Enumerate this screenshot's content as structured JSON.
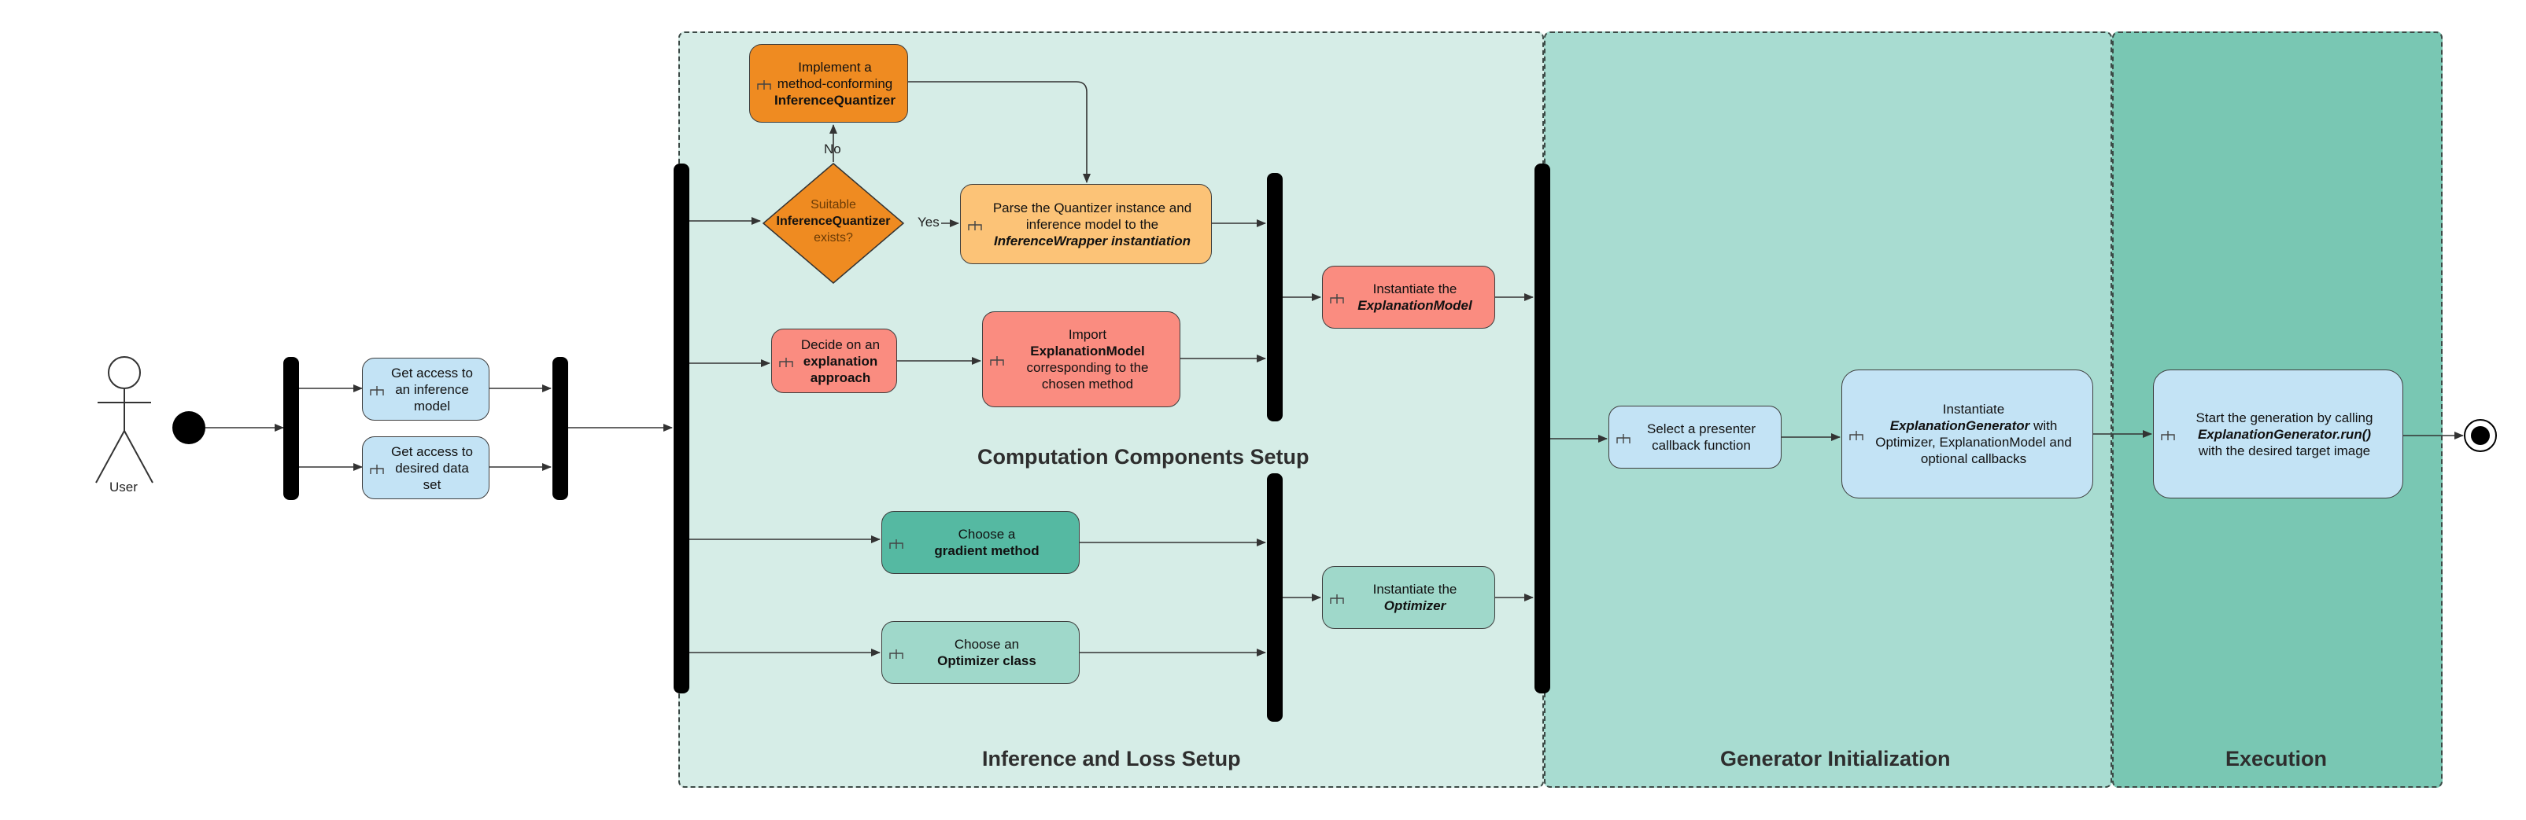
{
  "colors": {
    "lane_light": "#d6ede7",
    "lane_mid": "#a8dcd1",
    "lane_dark": "#79c7b3",
    "blue": "#c3e3f5",
    "orange": "#ef8b21",
    "light_orange": "#fcc377",
    "salmon": "#fa8c80",
    "teal": "#55b9a2",
    "light_teal": "#9fd8ca"
  },
  "actor": {
    "label": "User"
  },
  "lanes": {
    "computation": {
      "title": "Computation Components Setup"
    },
    "inference": {
      "title": "Inference and Loss Setup"
    },
    "generator": {
      "title": "Generator Initialization"
    },
    "execution": {
      "title": "Execution"
    }
  },
  "nodes": {
    "get_model": {
      "lines": [
        "Get access to",
        "an inference",
        "model"
      ]
    },
    "get_data": {
      "lines": [
        "Get access to",
        "desired data",
        "set"
      ]
    },
    "implement_quantizer": {
      "lines": [
        "Implement a",
        "method-conforming"
      ],
      "bold": "InferenceQuantizer"
    },
    "decision": {
      "line1": "Suitable",
      "bold": "InferenceQuantizer",
      "line3": "exists?"
    },
    "parse": {
      "line1": "Parse the Quantizer instance and",
      "line2": "inference model to the",
      "bi": "InferenceWrapper instantiation"
    },
    "decide_approach": {
      "line1": "Decide on an",
      "bold1": "explanation",
      "bold2": "approach"
    },
    "import_model": {
      "line1": "Import",
      "bold": "ExplanationModel",
      "line3": "corresponding to the",
      "line4": "chosen method"
    },
    "instantiate_model": {
      "line1": "Instantiate the",
      "bi": "ExplanationModel"
    },
    "gradient": {
      "line1": "Choose a",
      "bold": "gradient method"
    },
    "optimizer_class": {
      "line1": "Choose an",
      "bold": "Optimizer class"
    },
    "instantiate_optimizer": {
      "line1": "Instantiate the",
      "bi": "Optimizer"
    },
    "presenter": {
      "line1": "Select a presenter",
      "line2": "callback function"
    },
    "instantiate_generator": {
      "line1": "Instantiate",
      "bi": "ExplanationGenerator",
      "after_bi": " with",
      "line3": "Optimizer, ExplanationModel and",
      "line4": "optional callbacks"
    },
    "start_generation": {
      "line1": "Start the generation by calling",
      "bi": "ExplanationGenerator.run()",
      "line3": "with the desired target image"
    }
  },
  "edge_labels": {
    "no": "No",
    "yes": "Yes"
  }
}
